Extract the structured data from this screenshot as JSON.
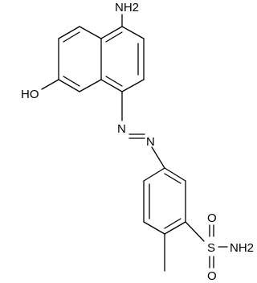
{
  "molecule": {
    "atom_labels": {
      "amine": "NH2",
      "hydroxyl": "HO",
      "azo_n1": "N",
      "azo_n2": "N",
      "sulfonyl_sulfur": "S",
      "sulfonyl_oxygen_top": "O",
      "sulfonyl_oxygen_bottom": "O",
      "sulfonamide": "NH2"
    },
    "line_color": "#000000",
    "background": "#ffffff"
  }
}
